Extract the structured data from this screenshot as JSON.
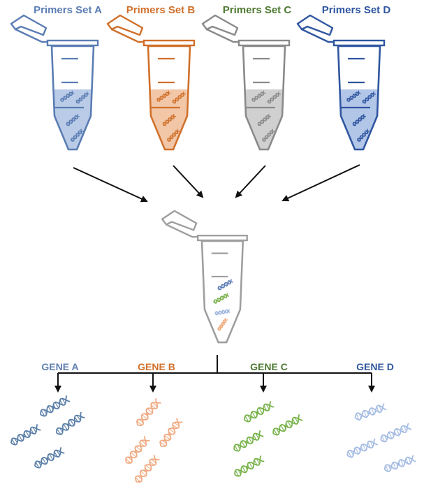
{
  "primer_sets": [
    {
      "label": "Primers Set A",
      "color": "#5b7db4",
      "fill": "#b9cbe6"
    },
    {
      "label": "Primers Set B",
      "color": "#d0702b",
      "fill": "#f2c7a8"
    },
    {
      "label": "Primers Set C",
      "color": "#4e7a32",
      "fill": "#d0d0d0",
      "tube_color": "#8a8a8a"
    },
    {
      "label": "Primers Set D",
      "color": "#2f56a0",
      "fill": "#b2c6e8"
    }
  ],
  "mix_tube": {
    "color": "#9e9e9e",
    "dna_colors": [
      "#5b7db4",
      "#78b04a",
      "#9fb6df",
      "#efa97a"
    ]
  },
  "genes": [
    {
      "label": "GENE A",
      "color": "#5f7fae",
      "dna_color": "#5a7fa8"
    },
    {
      "label": "GENE B",
      "color": "#d0702b",
      "dna_color": "#f0aa82"
    },
    {
      "label": "GENE C",
      "color": "#4e7a32",
      "dna_color": "#79b34c"
    },
    {
      "label": "GENE D",
      "color": "#2f56a0",
      "dna_color": "#a6bde3"
    }
  ],
  "arrow_color": "#111111"
}
